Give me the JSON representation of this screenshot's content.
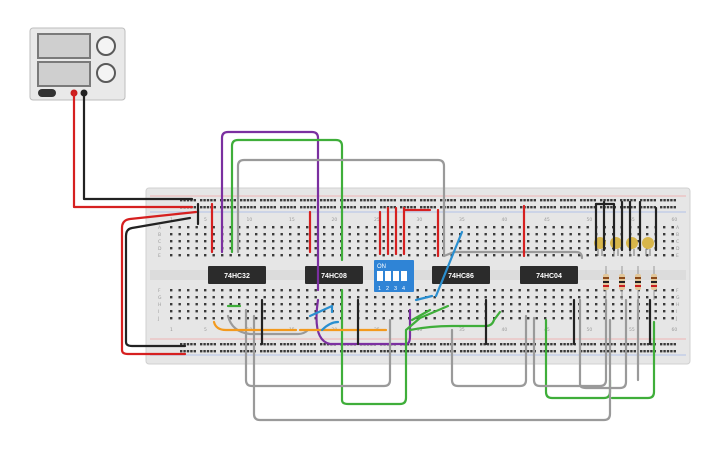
{
  "power_supply": {
    "display_top": "",
    "display_bottom": "",
    "knob_top_label": "",
    "knob_bottom_label": ""
  },
  "chips": [
    {
      "id": "chip1",
      "label": "74HC32"
    },
    {
      "id": "chip2",
      "label": "74HC08"
    },
    {
      "id": "chip3",
      "label": "74HC86"
    },
    {
      "id": "chip4",
      "label": "74HC04"
    }
  ],
  "dip_switch": {
    "on_label": "ON",
    "positions": [
      "1",
      "2",
      "3",
      "4"
    ]
  },
  "breadboard": {
    "column_numbers_top": [
      "1",
      "5",
      "10",
      "15",
      "20",
      "25",
      "30",
      "35",
      "40",
      "45",
      "50",
      "55",
      "60"
    ],
    "row_letters_top": [
      "A",
      "B",
      "C",
      "D",
      "E"
    ],
    "row_letters_bottom": [
      "F",
      "G",
      "H",
      "I",
      "J"
    ]
  },
  "leds": {
    "count": 4,
    "color": "#d8b64a"
  },
  "resistors": {
    "count": 4
  },
  "colors": {
    "wire_red": "#d62020",
    "wire_black": "#222222",
    "wire_purple": "#7b2fa0",
    "wire_green": "#3fae3a",
    "wire_gray": "#9a9a9a",
    "wire_orange": "#f39a1e",
    "wire_blue": "#2a8fd0",
    "chip_body": "#2b2b2b",
    "dip_body": "#2f84d6",
    "breadboard_bg": "#e6e6e6"
  }
}
